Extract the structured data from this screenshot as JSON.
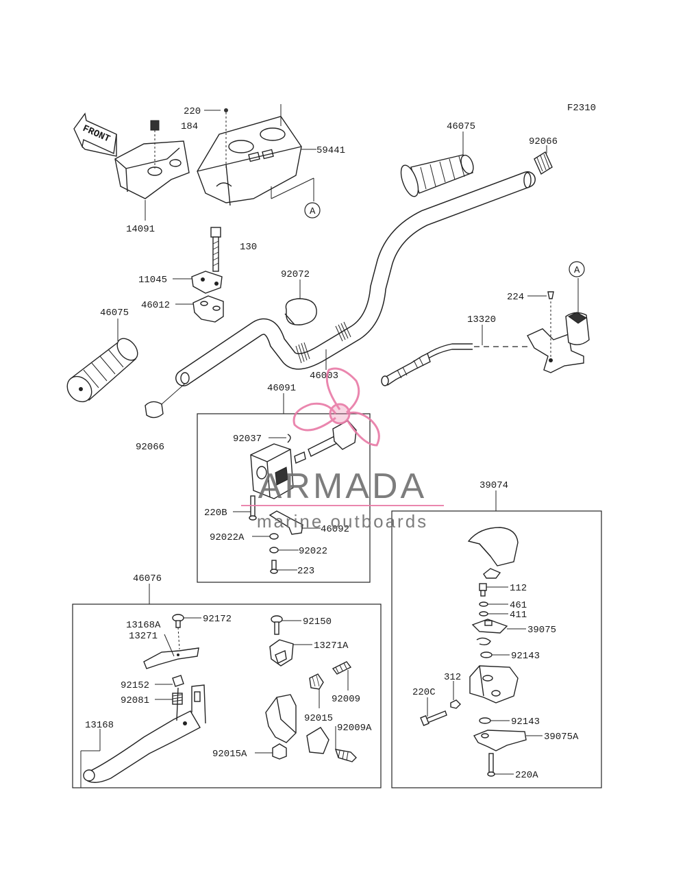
{
  "figure_code": "F2310",
  "front_label": "FRONT",
  "callout_letter": "A",
  "watermark": {
    "brand": "ARMADA",
    "tagline": "marine outboards",
    "logo_color": "#e87aa6",
    "text_color": "#6f6f6f"
  },
  "labels": {
    "p220": "220",
    "p184": "184",
    "p59441": "59441",
    "p14091": "14091",
    "p130": "130",
    "p11045": "11045",
    "p46012": "46012",
    "p46075_left": "46075",
    "p92066_left": "92066",
    "p92072": "92072",
    "p46003": "46003",
    "p46075_right": "46075",
    "p92066_right": "92066",
    "p224": "224",
    "p13320": "13320",
    "p46091": "46091",
    "p92037": "92037",
    "p220B": "220B",
    "p46092": "46092",
    "p92022A": "92022A",
    "p92022": "92022",
    "p223": "223",
    "p39074": "39074",
    "p112": "112",
    "p461": "461",
    "p411": "411",
    "p39075": "39075",
    "p92143_top": "92143",
    "p312": "312",
    "p220C": "220C",
    "p92143_bottom": "92143",
    "p39075A": "39075A",
    "p220A": "220A",
    "p46076": "46076",
    "p13168A": "13168A",
    "p13271": "13271",
    "p92172": "92172",
    "p92150": "92150",
    "p13271A": "13271A",
    "p92152": "92152",
    "p92081": "92081",
    "p92009": "92009",
    "p92015": "92015",
    "p92009A": "92009A",
    "p13168": "13168",
    "p92015A": "92015A"
  }
}
